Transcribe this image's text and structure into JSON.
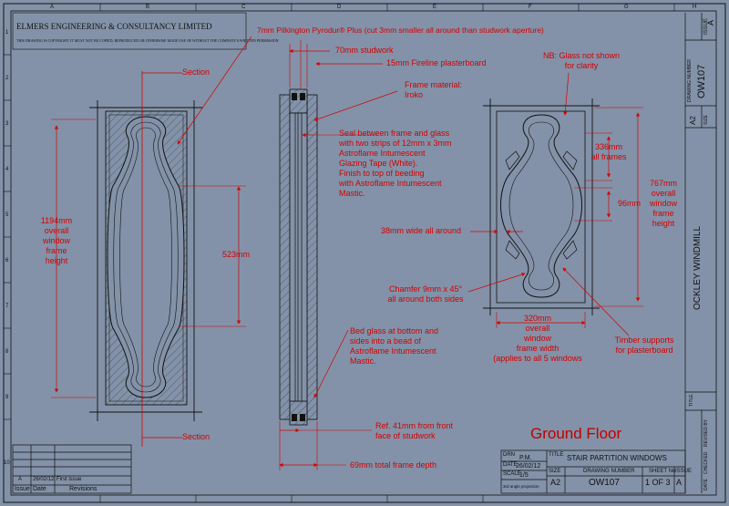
{
  "company": "ELMERS ENGINEERING & CONSULTANCY LIMITED",
  "copyright": "THIS DRAWING IS COPYRIGHT. IT MUST NOT BE COPIED, REPRODUCED OR OTHERWISE MADE USE OF WITHOUT THE COMPANY'S WRITTEN PERMISSION",
  "grid_letters": [
    "A",
    "B",
    "C",
    "D",
    "E",
    "F",
    "G",
    "H"
  ],
  "grid_numbers": [
    "1",
    "2",
    "3",
    "4",
    "5",
    "6",
    "7",
    "8",
    "9",
    "10"
  ],
  "annotations": {
    "section_top": "Section",
    "section_bottom": "Section",
    "glass": "7mm Pilkington Pyrodur® Plus (cut 3mm smaller all around than studwork aperture)",
    "studwork": "70mm studwork",
    "plasterboard": "15mm Fireline plasterboard",
    "frame_material_1": "Frame material:",
    "frame_material_2": "Iroko",
    "seal_1": "Seal between frame and glass",
    "seal_2": "with two strips of 12mm x 3mm",
    "seal_3": "Astroflame Intumescent",
    "seal_4": "Glazing Tape (White).",
    "seal_5": "Finish to top of beeding",
    "seal_6": "with Astroflame Intumescent",
    "seal_7": "Mastic.",
    "height_1": "1194mm",
    "height_2": "overall",
    "height_3": "window",
    "height_4": "frame",
    "height_5": "height",
    "dim_523": "523mm",
    "nb_1": "NB: Glass not shown",
    "nb_2": "for clarity",
    "dim_336_1": "336mm",
    "dim_336_2": "all frames",
    "dim_96": "96mm",
    "dim_767_1": "767mm",
    "dim_767_2": "overall",
    "dim_767_3": "window",
    "dim_767_4": "frame",
    "dim_767_5": "height",
    "wide_38": "38mm wide all around",
    "chamfer_1": "Chamfer 9mm x 45°",
    "chamfer_2": "all around both sides",
    "width_1": "320mm",
    "width_2": "overall",
    "width_3": "window",
    "width_4": "frame width",
    "width_5": "(applies to all 5 windows",
    "timber_1": "Timber supports",
    "timber_2": "for plasterboard",
    "bed_1": "Bed glass at bottom and",
    "bed_2": "sides into a bead of",
    "bed_3": "Astroflame Intumescent",
    "bed_4": "Mastic.",
    "ref_1": "Ref. 41mm from front",
    "ref_2": "face of studwork",
    "depth": "69mm total frame depth",
    "ground_floor": "Ground Floor"
  },
  "title_block": {
    "title_label": "TITLE",
    "title": "STAIR PARTITION WINDOWS",
    "drn_label": "DRN",
    "drn": "P.M.",
    "date_label": "DATE",
    "date": "26/02/12",
    "scale_label": "SCALE",
    "scale": "1/5",
    "projection": "3rd angle projection",
    "size_label": "SIZE",
    "size": "A2",
    "drawing_number_label": "DRAWING NUMBER",
    "drawing_number": "OW107",
    "sheet_label": "SHEET No",
    "sheet": "1 OF 3",
    "issue_label": "ISSUE",
    "issue": "A"
  },
  "revisions": {
    "issue_header": "Issue",
    "date_header": "Date",
    "revisions_header": "Revisions",
    "row_issue": "A",
    "row_date": "26/02/12",
    "row_text": "First issue"
  },
  "side_strip": {
    "issue_label": "ISSUE",
    "issue": "A",
    "drawing_number_label": "DRAWING NUMBER",
    "drawing_number": "OW107",
    "size_label": "SIZE",
    "size": "A2",
    "project": "OCKLEY WINDMILL",
    "title_label": "TITLE",
    "revised_label": "REVISED BY",
    "checked_label": "CHECKED",
    "date_label": "DATE"
  }
}
